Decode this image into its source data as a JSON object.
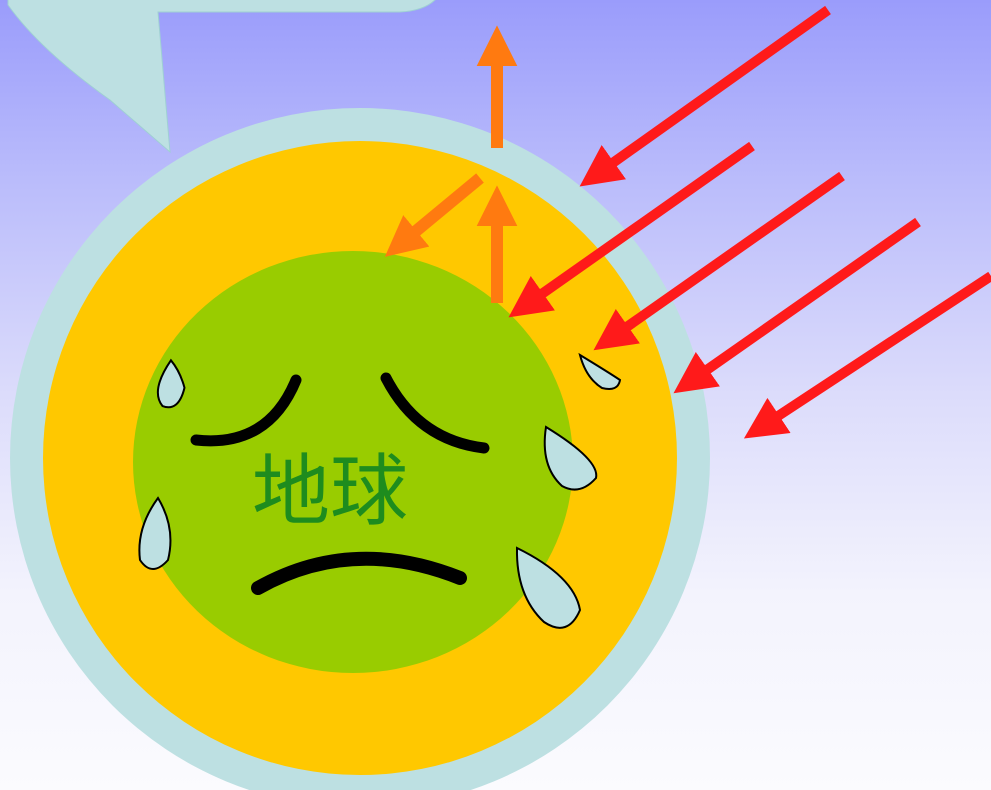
{
  "earth": {
    "label": "地球"
  },
  "colors": {
    "background_top": "#9a9cfb",
    "background_bottom": "#fbfbfe",
    "atmosphere_outer": "#bde0e2",
    "atmosphere_inner": "#ffc800",
    "earth": "#99cc00",
    "earth_label": "#1e8c1e",
    "incoming_radiation_arrows": "#ff1a1a",
    "outgoing_radiation_arrows": "#ff7a10",
    "tears": "#bde0e2",
    "speech_bubble": "#bde0e2",
    "face": "#000000"
  },
  "icons": {
    "face": "sad-crying-face",
    "bubble": "speech-bubble-tail"
  }
}
